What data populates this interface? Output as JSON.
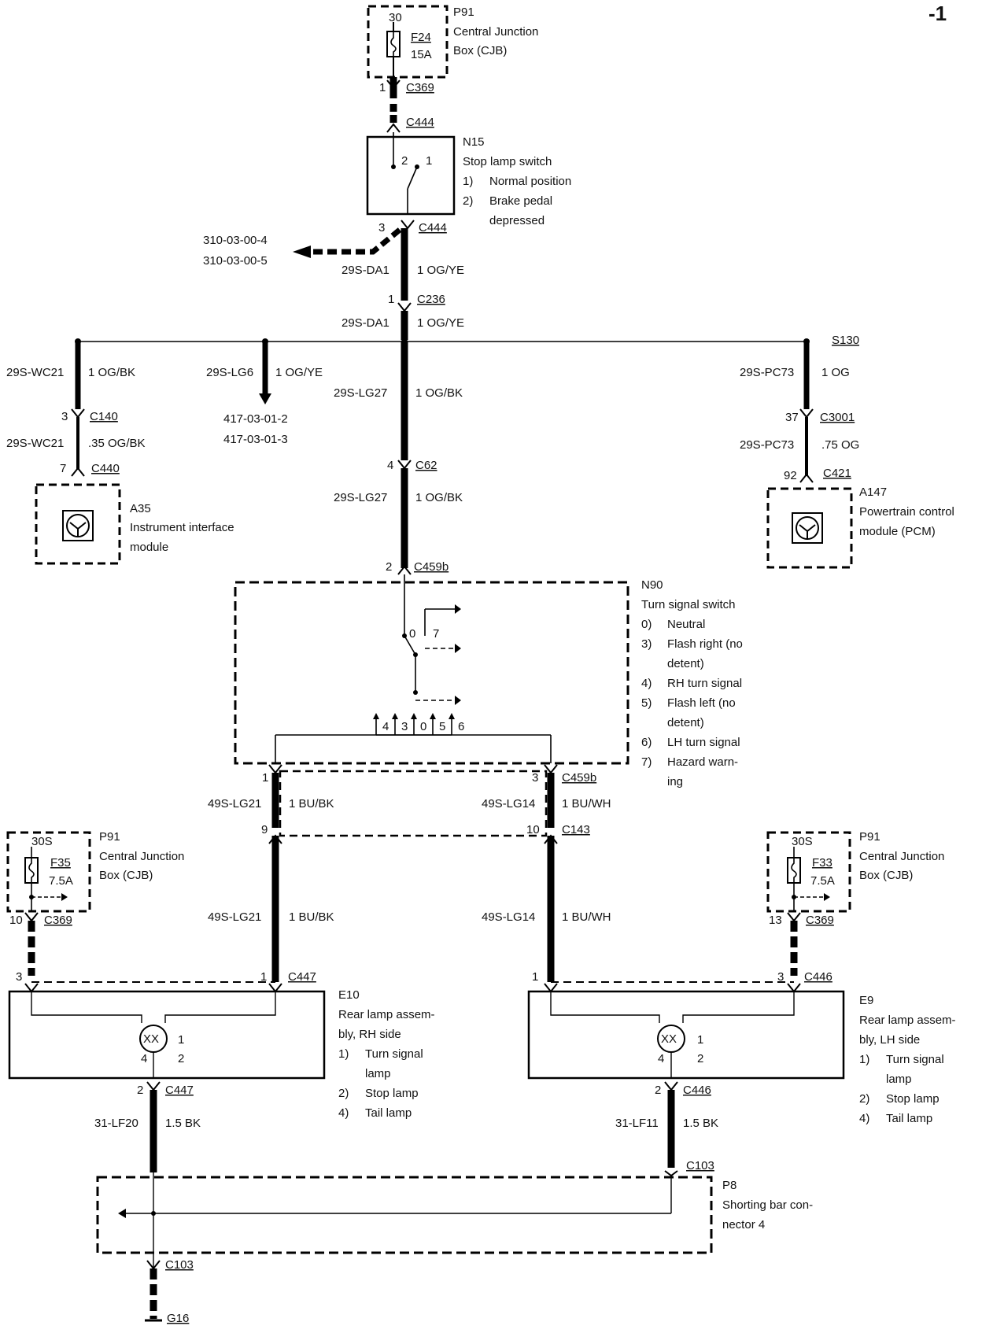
{
  "page_marker": "-1",
  "top": {
    "cjb_id": "P91",
    "cjb_l1": "Central Junction",
    "cjb_l2": "Box (CJB)",
    "pin30": "30",
    "fuse": "F24",
    "amps": "15A",
    "pin1": "1",
    "c369": "C369",
    "c444a": "C444"
  },
  "stop_switch": {
    "id": "N15",
    "name": "Stop lamp switch",
    "n1": "1)",
    "t1": "Normal position",
    "n2": "2)",
    "t2": "Brake pedal",
    "t2b": "depressed",
    "p2": "2",
    "p1": "1",
    "p3": "3",
    "c444b": "C444"
  },
  "ref_arrow": {
    "r1": "310-03-00-4",
    "r2": "310-03-00-5"
  },
  "main": {
    "w1": "29S-DA1",
    "c1": "1 OG/YE",
    "p1": "1",
    "c236": "C236",
    "w2": "29S-DA1",
    "c2": "1 OG/YE",
    "s130": "S130"
  },
  "left_branch": {
    "w1": "29S-WC21",
    "c1": "1 OG/BK",
    "p3": "3",
    "c140": "C140",
    "w2": "29S-WC21",
    "c2": ".35 OG/BK",
    "p7": "7",
    "c440": "C440",
    "mod_id": "A35",
    "mod_l1": "Instrument interface",
    "mod_l2": "module"
  },
  "mid_branch": {
    "w1": "29S-LG6",
    "c1": "1 OG/YE",
    "r1": "417-03-01-2",
    "r2": "417-03-01-3"
  },
  "center_branch": {
    "w1": "29S-LG27",
    "c1": "1 OG/BK",
    "p4": "4",
    "c62": "C62",
    "w2": "29S-LG27",
    "c2": "1 OG/BK",
    "p2": "2",
    "c459b": "C459b"
  },
  "right_branch": {
    "w1": "29S-PC73",
    "c1": "1 OG",
    "p37": "37",
    "c3001": "C3001",
    "w2": "29S-PC73",
    "c2": ".75 OG",
    "p92": "92",
    "c421": "C421",
    "mod_id": "A147",
    "mod_l1": "Powertrain control",
    "mod_l2": "module (PCM)"
  },
  "turn_switch": {
    "id": "N90",
    "name": "Turn signal switch",
    "items": [
      [
        "0)",
        "Neutral"
      ],
      [
        "3)",
        "Flash right (no"
      ],
      [
        "",
        "detent)"
      ],
      [
        "4)",
        "RH turn signal"
      ],
      [
        "5)",
        "Flash left (no"
      ],
      [
        "",
        "detent)"
      ],
      [
        "6)",
        "LH turn signal"
      ],
      [
        "7)",
        "Hazard warn-"
      ],
      [
        "",
        "ing"
      ]
    ],
    "pos0": "0",
    "pos7": "7",
    "pins": [
      "4",
      "3",
      "0",
      "5",
      "6"
    ],
    "out1": "1",
    "out3": "3",
    "c459b": "C459b"
  },
  "lower": {
    "lw1": "49S-LG21",
    "lc1": "1 BU/BK",
    "rw1": "49S-LG14",
    "rc1": "1 BU/WH",
    "p9": "9",
    "p10": "10",
    "c143": "C143",
    "lw2": "49S-LG21",
    "lc2": "1 BU/BK",
    "rw2": "49S-LG14",
    "rc2": "1 BU/WH"
  },
  "left_cjb": {
    "id": "P91",
    "l1": "Central Junction",
    "l2": "Box (CJB)",
    "pin": "30S",
    "fuse": "F35",
    "amps": "7.5A",
    "p10": "10",
    "c369": "C369"
  },
  "right_cjb": {
    "id": "P91",
    "l1": "Central Junction",
    "l2": "Box (CJB)",
    "pin": "30S",
    "fuse": "F33",
    "amps": "7.5A",
    "p13": "13",
    "c369": "C369"
  },
  "rh_lamp": {
    "p3": "3",
    "p1": "1",
    "c447": "C447",
    "id": "E10",
    "l1": "Rear lamp assem-",
    "l2": "bly, RH side",
    "n1": "1)",
    "t1": "Turn signal",
    "t1b": "lamp",
    "n2": "2)",
    "t2": "Stop lamp",
    "n4": "4)",
    "t4": "Tail lamp",
    "in1": "1",
    "in4": "4",
    "in2": "2",
    "bulb": "XX",
    "p2": "2",
    "c447b": "C447",
    "w": "31-LF20",
    "c": "1.5 BK"
  },
  "lh_lamp": {
    "p1": "1",
    "p3": "3",
    "c446": "C446",
    "id": "E9",
    "l1": "Rear lamp assem-",
    "l2": "bly, LH side",
    "n1": "1)",
    "t1": "Turn signal",
    "t1b": "lamp",
    "n2": "2)",
    "t2": "Stop lamp",
    "n4": "4)",
    "t4": "Tail lamp",
    "in1": "1",
    "in4": "4",
    "in2": "2",
    "bulb": "XX",
    "p2": "2",
    "c446b": "C446",
    "w": "31-LF11",
    "c": "1.5 BK"
  },
  "shorting": {
    "c103": "C103",
    "id": "P8",
    "l1": "Shorting bar con-",
    "l2": "nector 4",
    "c103b": "C103",
    "g16": "G16"
  }
}
